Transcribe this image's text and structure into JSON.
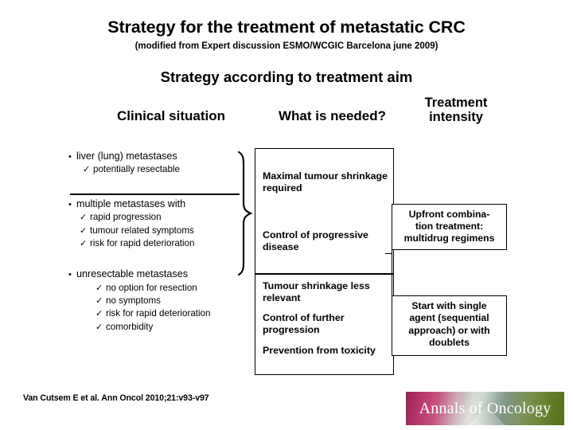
{
  "slide": {
    "title": "Strategy for the treatment of metastatic CRC",
    "subtitle": "(modified from Expert discussion ESMO/WCGIC Barcelona june 2009)",
    "section_heading": "Strategy according to treatment aim"
  },
  "columns": {
    "clinical_situation": "Clinical situation",
    "what_is_needed": "What is needed?",
    "treatment_intensity_line1": "Treatment",
    "treatment_intensity_line2": "intensity"
  },
  "clinical_situation_groups": [
    {
      "bullet": "liver (lung) metastases",
      "checks": [
        "potentially resectable"
      ]
    },
    {
      "bullet": "multiple metastases with",
      "checks": [
        "rapid progression",
        "tumour related symptoms",
        "risk for rapid deterioration"
      ]
    },
    {
      "bullet": "unresectable metastases",
      "checks": [
        "no option for resection",
        "no symptoms",
        "risk for rapid deterioration",
        "comorbidity"
      ]
    }
  ],
  "what_is_needed_boxes": [
    {
      "items": [
        "Maximal tumour shrinkage required",
        "Control of progressive disease"
      ]
    },
    {
      "items": [
        "Tumour shrinkage less relevant",
        "Control of further progression",
        "Prevention from toxicity"
      ]
    }
  ],
  "treatment_intensity_boxes": [
    {
      "lines": [
        "Upfront combina-",
        "tion treatment:",
        "multidrug regimens"
      ]
    },
    {
      "lines": [
        "Start with single",
        "agent (sequential",
        "approach) or with",
        "doublets"
      ]
    }
  ],
  "footer": {
    "citation": "Van Cutsem E et al. Ann Oncol 2010;21:v93-v97",
    "logo_text": "Annals of Oncology"
  },
  "glyphs": {
    "bullet_dot": "•",
    "check_mark": "✓"
  },
  "colors": {
    "text": "#000000",
    "background": "#ffffff",
    "logo_start": "#9e1f52",
    "logo_mid": "#aebcae",
    "logo_end": "#536f1c"
  }
}
